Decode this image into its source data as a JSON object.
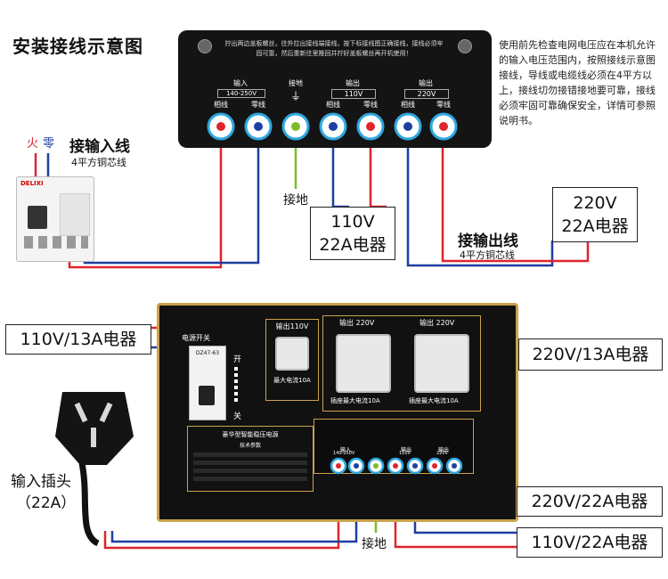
{
  "title": "安装接线示意图",
  "note": "使用前先检查电网电压应在本机允许的输入电压范围内，按照接线示意图接线，导线或电缆线必须在4平方以上，接线切勿接错接地要可靠，接线必须牢固可靠确保安全，详情可参照说明书。",
  "panel": {
    "instruction": "拧出两边盖板螺丝，往外拉出接线端接线，按下标接线图正确接线，接线必须牢固可靠，然后重新往里推回并拧好盖板螺丝再开机使用！",
    "groups": {
      "input": "输入",
      "input_range": "140-250V",
      "ground": "接地",
      "out110": "输出",
      "out110_v": "110V",
      "out220": "输出",
      "out220_v": "220V"
    },
    "terminals": [
      "相线",
      "零线",
      "",
      "相线",
      "零线",
      "相线",
      "零线"
    ],
    "ground_symbol": "⏚"
  },
  "top_labels": {
    "fire": "火",
    "zero": "零",
    "input_line": "接输入线",
    "input_line_sub": "4平方铜芯线",
    "ground": "接地",
    "box110": [
      "110V",
      "22A电器"
    ],
    "box220": [
      "220V",
      "22A电器"
    ],
    "output_line": "接输出线",
    "output_line_sub": "4平方铜芯线",
    "breaker_brand": "DELIXI"
  },
  "bottom": {
    "left_box": "110V/13A电器",
    "right_box": "220V/13A电器",
    "plug_label": "输入插头",
    "plug_sub": "（22A）",
    "ground": "接地",
    "box_220_22": "220V/22A电器",
    "box_110_22": "110V/22A电器",
    "unit": {
      "out110": "输出110V",
      "max110": "最大电流10A",
      "out220_a": "输出 220V",
      "out220_b": "输出 220V",
      "max220_a": "插座最大电流10A",
      "max220_b": "插座最大电流10A",
      "switch": "电源开关",
      "on": "开",
      "off": "关",
      "breaker": "DZ47-63",
      "product": "豪华型智能稳压电源",
      "spec_head": "技术参数",
      "strip_input": "输入",
      "strip_range": "140-250V",
      "strip_out110": "输出",
      "strip_out110_v": "110V",
      "strip_out220": "输出",
      "strip_out220_v": "220V"
    }
  },
  "colors": {
    "live": "#e0242b",
    "neutral": "#1d3fa0",
    "ground": "#7dbb2a",
    "terminal": "#2ea7e0",
    "gold": "#c9a24a"
  }
}
